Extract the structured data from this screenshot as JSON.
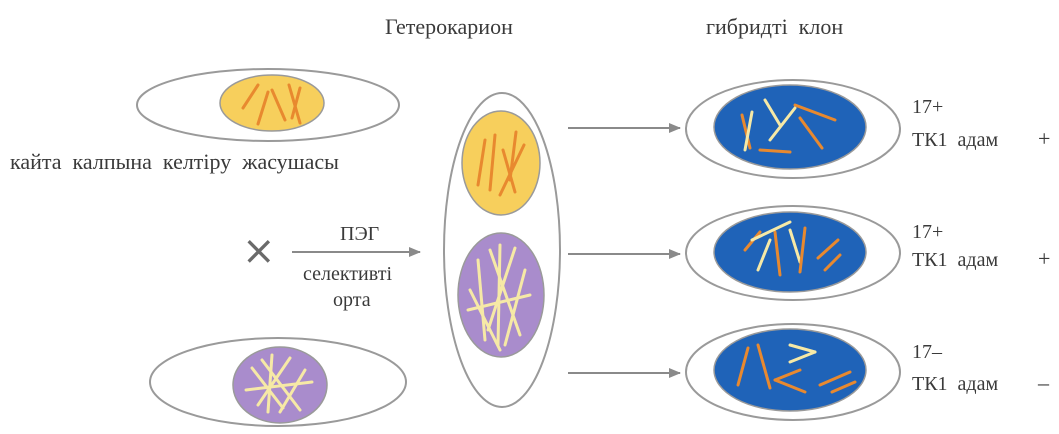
{
  "labels": {
    "heterokaryon": "Гетерокарион",
    "hybrid_clone": "гибридті  клон",
    "reconstructed_cell": "кайта  калпына  келтіру  жасушасы",
    "cross_symbol": "×",
    "peg": "ПЭГ",
    "selective_1": "селективті",
    "selective_2": "орта"
  },
  "clones": [
    {
      "chrom": "17+",
      "marker": "ТК1  адам",
      "sign": "+"
    },
    {
      "chrom": "17+",
      "marker": "ТК1  адам",
      "sign": "+"
    },
    {
      "chrom": "17–",
      "marker": "ТК1  адам",
      "sign": "–"
    }
  ],
  "colors": {
    "outline": "#9a9a9a",
    "yellow_nucleus": "#f7cf5c",
    "purple_nucleus": "#a98ccc",
    "blue_nucleus": "#1f63b8",
    "orange_chromosome": "#e8892f",
    "pale_chromosome": "#f6e9a6",
    "arrow": "#8a8a8a"
  }
}
